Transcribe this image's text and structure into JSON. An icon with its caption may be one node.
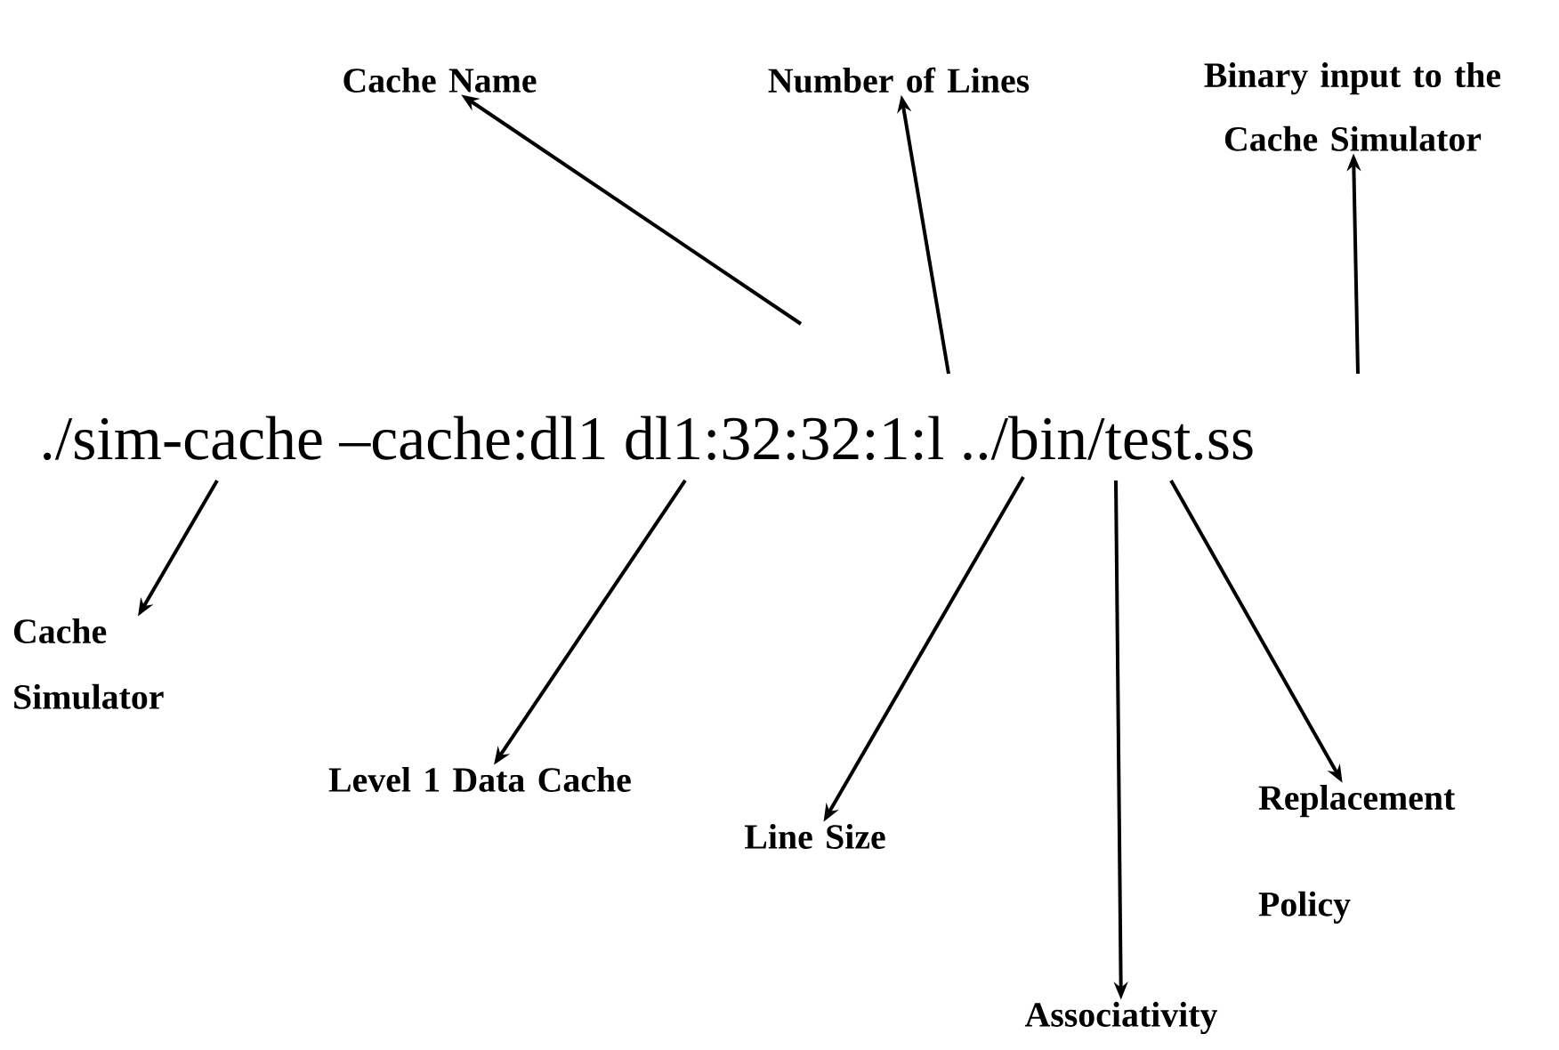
{
  "diagram": {
    "nodes": [
      {
        "text": [
          "Cache Name"
        ]
      },
      {
        "text": [
          "Number of Lines"
        ]
      },
      {
        "text": [
          "Binary input to the Cache Simulator"
        ]
      },
      {
        "text": [
          "Cache Simulator"
        ]
      },
      {
        "text": [
          "Level 1 Data Cache"
        ]
      },
      {
        "text": [
          "Replacement Policy"
        ]
      },
      {
        "text": [
          "Line Size"
        ]
      },
      {
        "text": [
          "Associativity"
        ]
      }
    ],
    "edges": [
      {
        "from": null,
        "to": 0,
        "arrow": "to"
      },
      {
        "from": null,
        "to": 1,
        "arrow": "to"
      },
      {
        "from": null,
        "to": 2,
        "arrow": "to"
      },
      {
        "from": null,
        "to": 3,
        "arrow": "to"
      },
      {
        "from": null,
        "to": 4,
        "arrow": "to"
      },
      {
        "from": null,
        "to": 6,
        "arrow": "to"
      },
      {
        "from": null,
        "to": 7,
        "arrow": "to"
      },
      {
        "from": null,
        "to": 5,
        "arrow": "to"
      }
    ],
    "labels": [
      "./sim-cache –cache:dl1 dl1:32:32:1:l ../bin/test.ss"
    ]
  }
}
